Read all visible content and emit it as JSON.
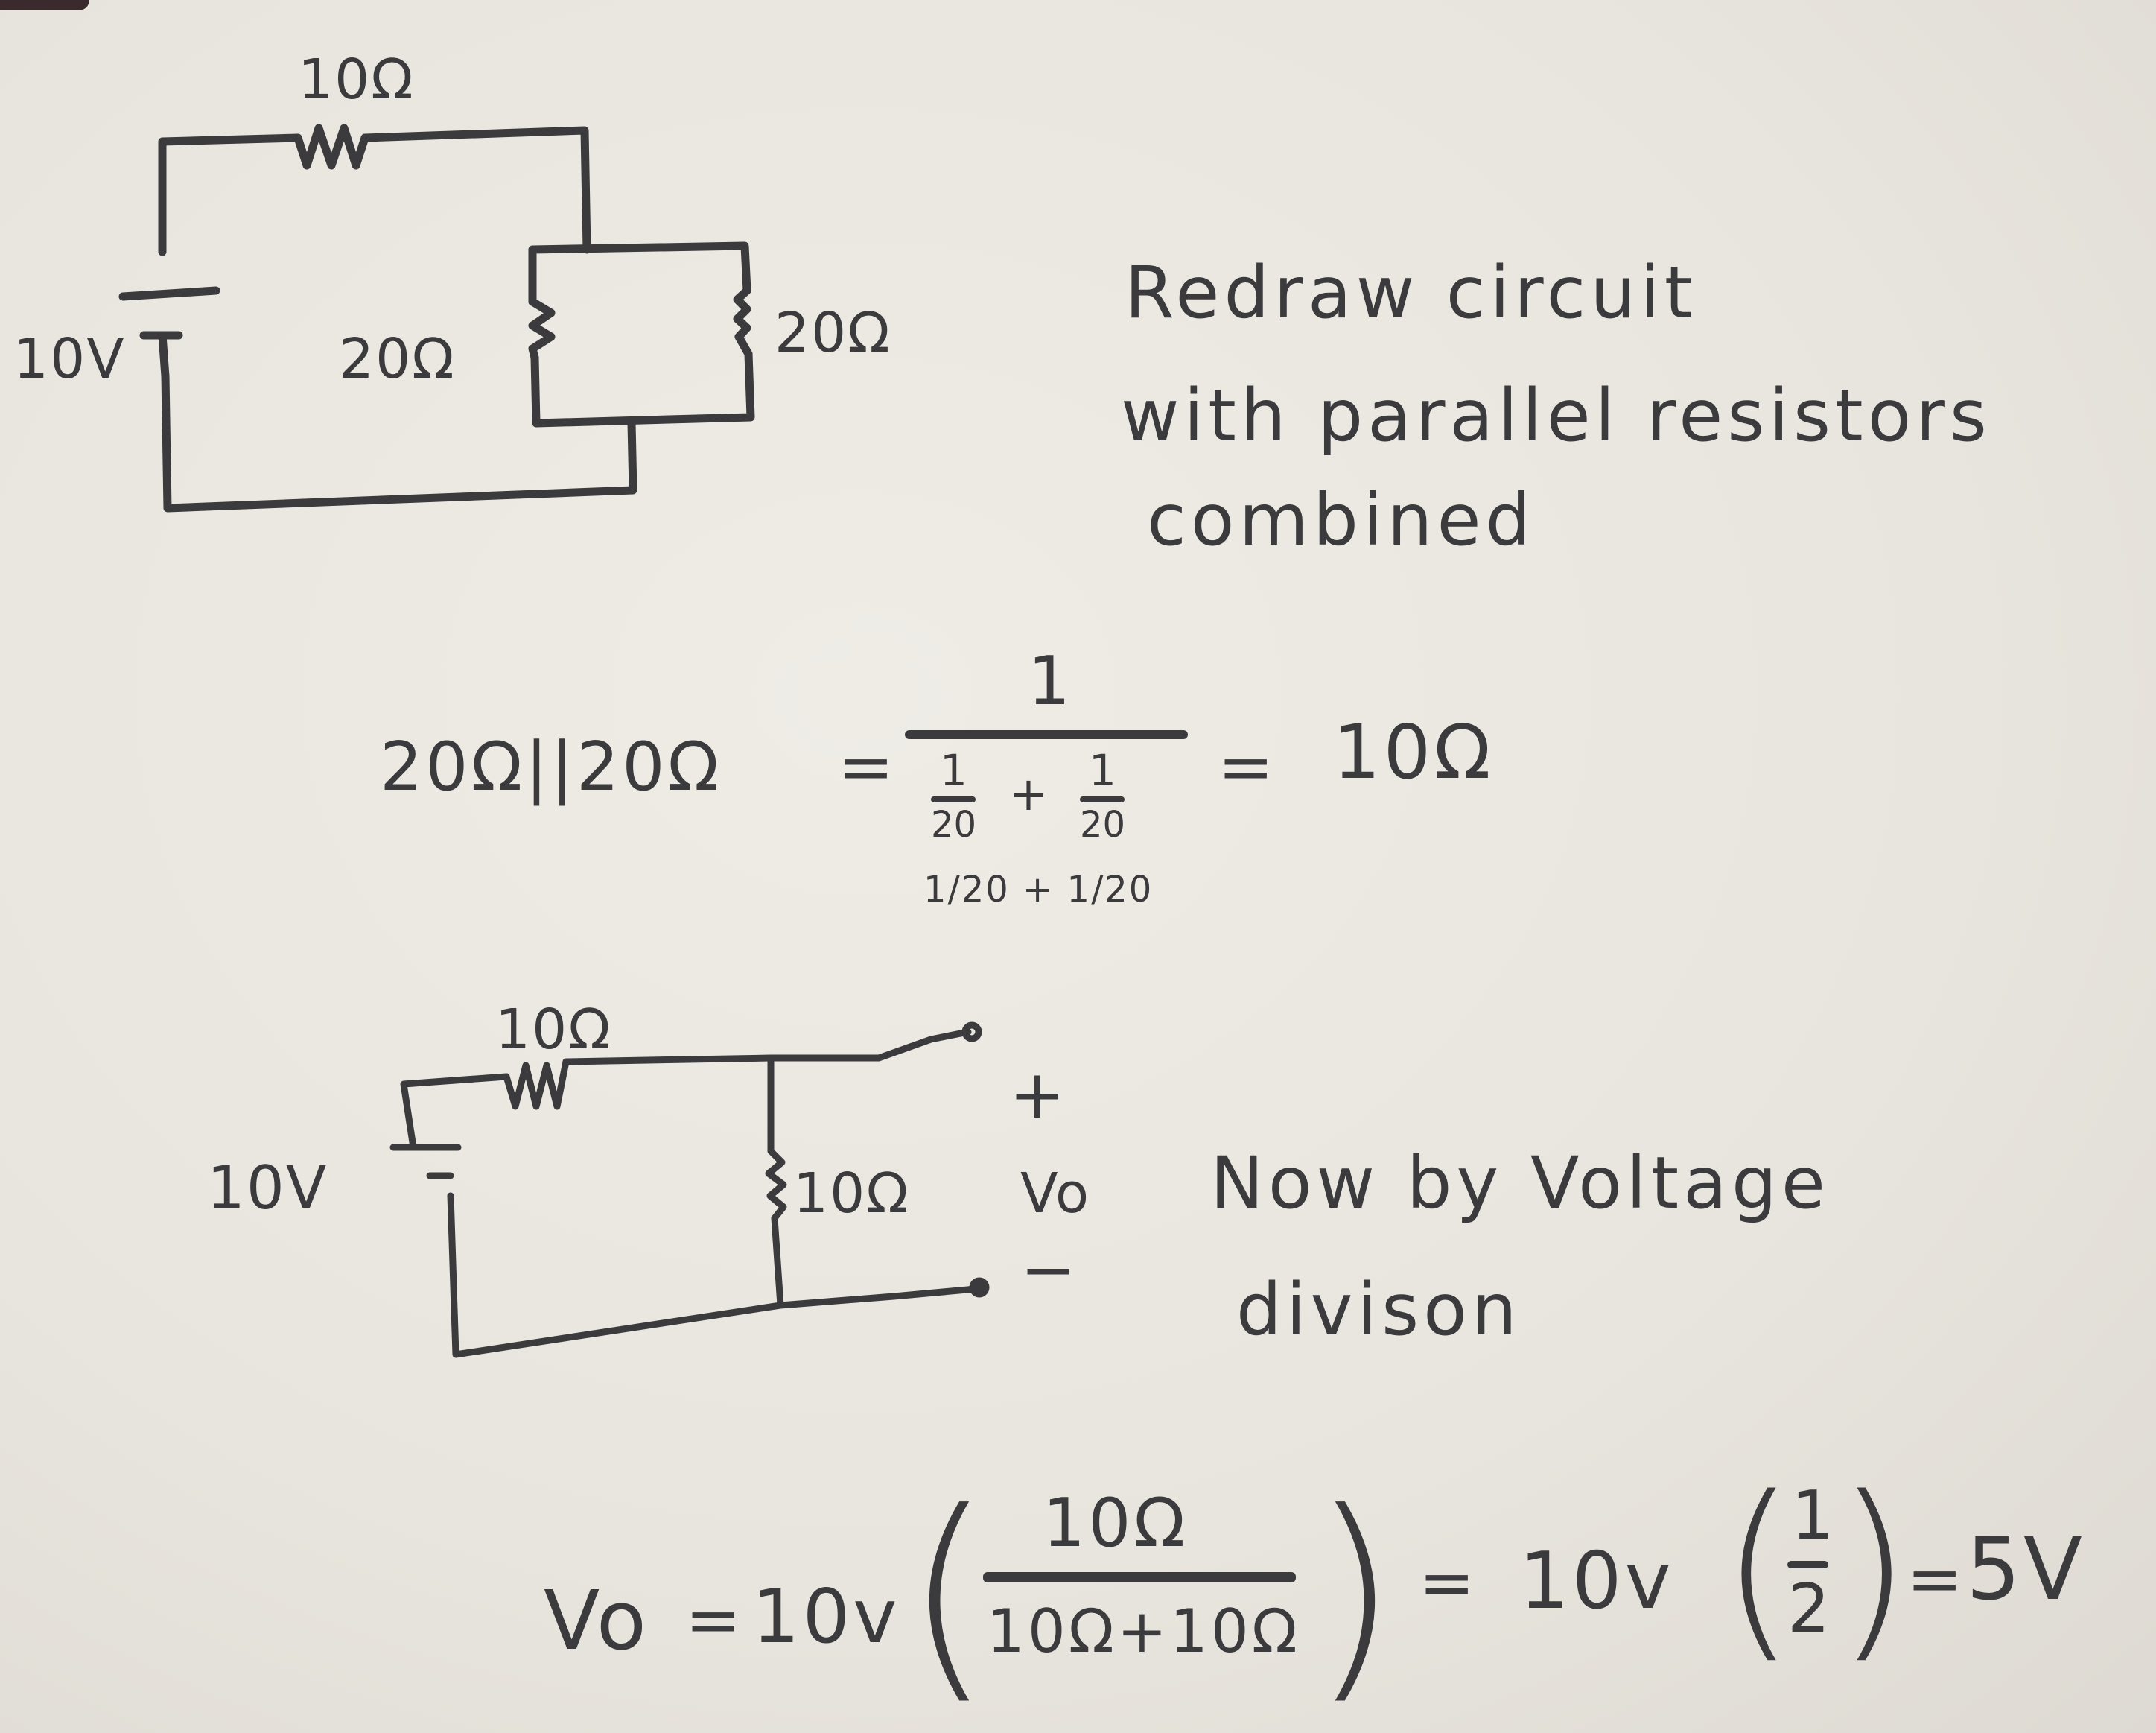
{
  "colors": {
    "paper": "#ebe8e2",
    "ink": "#3b3a3c"
  },
  "circuit1": {
    "source_label": "10V",
    "series_resistor_label": "10Ω",
    "parallel_left_label": "20Ω",
    "parallel_right_label": "20Ω"
  },
  "note1": {
    "line1": "Redraw circuit",
    "line2": "with parallel resistors",
    "line3": "combined"
  },
  "equation1": {
    "lhs": "20Ω||20Ω",
    "equals": "=",
    "numerator": "1",
    "denominator": "1/20 + 1/20",
    "term1_num": "1",
    "term1_den": "20",
    "plus": "+",
    "term2_num": "1",
    "term2_den": "20",
    "equals2": "=",
    "result": "10Ω"
  },
  "circuit2": {
    "source_label": "10V",
    "series_resistor_label": "10Ω",
    "shunt_resistor_label": "10Ω",
    "plus_terminal": "+",
    "output_label": "Vo",
    "minus_terminal": "−"
  },
  "note2": {
    "line1": "Now by Voltage",
    "line2": "divison"
  },
  "equation2": {
    "lhs": "Vo",
    "equals": "=",
    "coefficient": "10v",
    "numerator": "10Ω",
    "denominator": "10Ω+10Ω",
    "equals2": "=",
    "coefficient2": "10v",
    "half_num": "1",
    "half_den": "2",
    "equals3": "=",
    "result": "5V"
  }
}
